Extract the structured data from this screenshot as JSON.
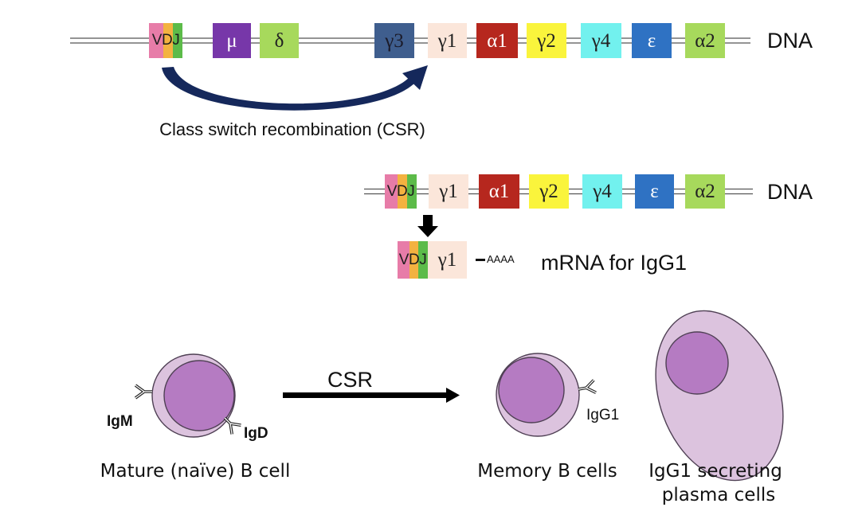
{
  "palette": {
    "vdj_stripes": [
      "#e77ca8",
      "#f3b240",
      "#5cbb49"
    ],
    "line": "#555555"
  },
  "top_dna": {
    "label": "DNA",
    "vdj_label": "VDJ",
    "segments": [
      {
        "label": "μ",
        "color": "#7737a9",
        "text_color": "#ffffff"
      },
      {
        "label": "δ",
        "color": "#a7d95c",
        "text_color": "#222222"
      },
      {
        "label": "γ3",
        "color": "#3f5e8e",
        "text_color": "#1b1b2a"
      },
      {
        "label": "γ1",
        "color": "#fbe6da",
        "text_color": "#222222"
      },
      {
        "label": "α1",
        "color": "#b6271e",
        "text_color": "#ffffff"
      },
      {
        "label": "γ2",
        "color": "#faf43c",
        "text_color": "#222222"
      },
      {
        "label": "γ4",
        "color": "#72f1ee",
        "text_color": "#222222"
      },
      {
        "label": "ε",
        "color": "#2f72c3",
        "text_color": "#ffffff"
      },
      {
        "label": "α2",
        "color": "#a7d95c",
        "text_color": "#222222"
      }
    ]
  },
  "recombination": {
    "label": "Class switch recombination (CSR)",
    "arrow_color": "#15285b"
  },
  "switched_dna": {
    "label": "DNA",
    "vdj_label": "VDJ",
    "segments": [
      {
        "label": "γ1",
        "color": "#fbe6da",
        "text_color": "#222222"
      },
      {
        "label": "α1",
        "color": "#b6271e",
        "text_color": "#ffffff"
      },
      {
        "label": "γ2",
        "color": "#faf43c",
        "text_color": "#222222"
      },
      {
        "label": "γ4",
        "color": "#72f1ee",
        "text_color": "#222222"
      },
      {
        "label": "ε",
        "color": "#2f72c3",
        "text_color": "#ffffff"
      },
      {
        "label": "α2",
        "color": "#a7d95c",
        "text_color": "#222222"
      }
    ]
  },
  "mrna": {
    "vdj_label": "VDJ",
    "segment": {
      "label": "γ1",
      "color": "#fbe6da",
      "text_color": "#222222"
    },
    "poly_a_tail": "AAAA",
    "label": "mRNA for IgG1"
  },
  "differentiation": {
    "arrow_label": "CSR",
    "naive_b_cell": {
      "caption": "Mature (naïve) B cell",
      "receptor_1": "IgM",
      "receptor_2": "IgD"
    },
    "memory_b_cell": {
      "caption": "Memory B cells",
      "receptor": "IgG1"
    },
    "plasma_cell": {
      "caption_line_1": "IgG1 secreting",
      "caption_line_2": "plasma cells"
    },
    "colors": {
      "cytoplasm": "#dcc3de",
      "nucleus": "#b57bc2",
      "outline": "#4f4054",
      "arrow": "#000000"
    }
  }
}
